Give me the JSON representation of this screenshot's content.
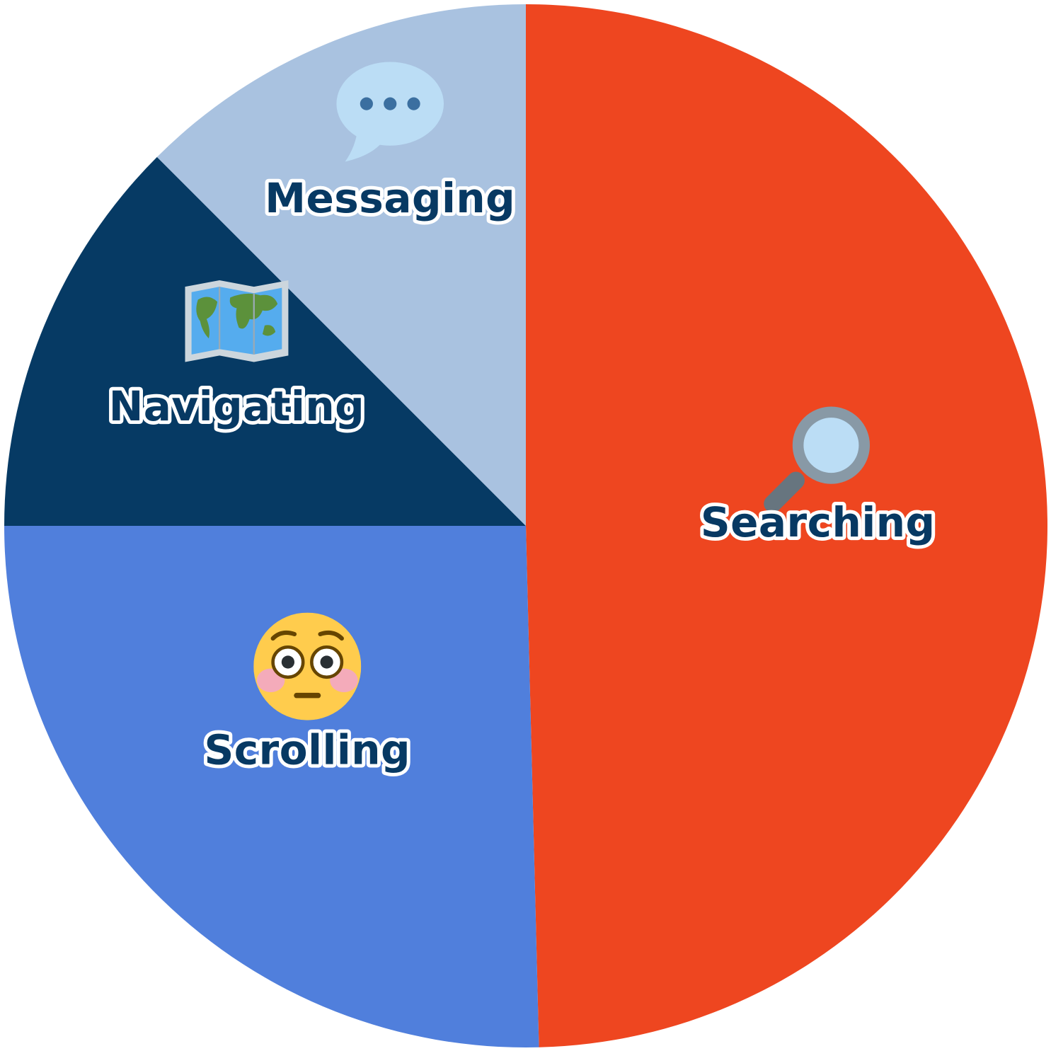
{
  "chart_data": {
    "type": "pie",
    "title": "",
    "start_angle": "12 o'clock",
    "direction": "clockwise",
    "slices": [
      {
        "label": "Searching",
        "value": 49.6,
        "color": "#EE4620",
        "icon": "magnifying-glass-icon"
      },
      {
        "label": "Scrolling",
        "value": 25.4,
        "color": "#507FDC",
        "icon": "flushed-face-icon"
      },
      {
        "label": "Navigating",
        "value": 12.5,
        "color": "#063A64",
        "icon": "world-map-icon"
      },
      {
        "label": "Messaging",
        "value": 12.5,
        "color": "#A9C2E0",
        "icon": "speech-bubble-icon"
      }
    ]
  }
}
